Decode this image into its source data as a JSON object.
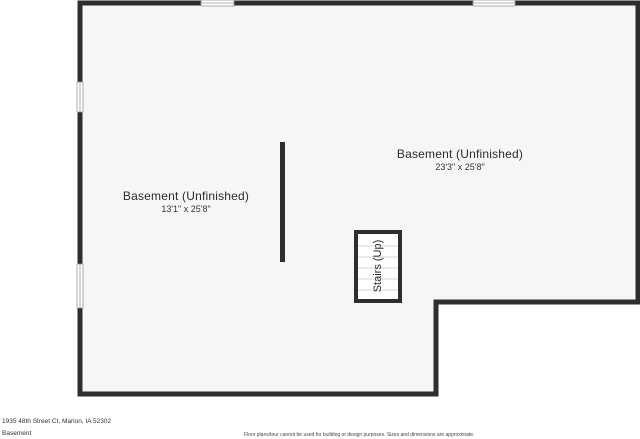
{
  "rooms": [
    {
      "name": "Basement (Unfinished)",
      "dims": "13'1\" x 25'8\""
    },
    {
      "name": "Basement (Unfinished)",
      "dims": "23'3\" x 25'8\""
    }
  ],
  "stairs": {
    "label": "Stairs (Up)"
  },
  "footer": {
    "address": "1935 48th Street Ct, Marion, IA 52302",
    "level": "Basement",
    "disclaimer": "Floor plans/tour cannot be used for building or design purposes. Sizes and dimensions are approximate."
  }
}
